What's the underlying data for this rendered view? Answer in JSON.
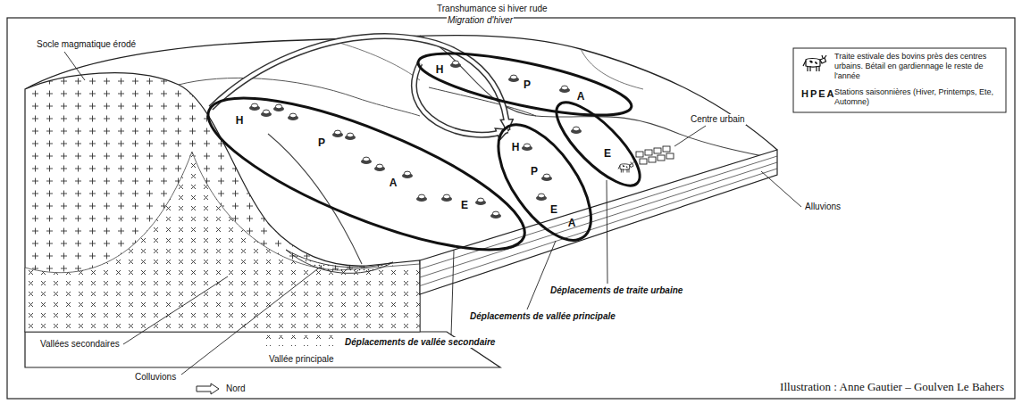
{
  "diagram": {
    "nodes": [
      {
        "text": [
          "H",
          "P",
          "A",
          "E"
        ]
      },
      {
        "text": [
          "H",
          "P",
          "A"
        ]
      },
      {
        "text": [
          "H",
          "P",
          "E",
          "A"
        ]
      },
      {
        "text": [
          "E"
        ]
      }
    ],
    "edges": [
      {
        "from": 0,
        "to": 2,
        "arrow": "to"
      },
      {
        "from": 1,
        "to": 2,
        "arrow": "to"
      }
    ],
    "labels": [
      "Transhumance si hiver rude",
      "Migration d'hiver",
      "Socle magmatique érodé",
      "HPEA",
      "Centre urbain",
      "Alluvions",
      "Vallées secondaires",
      "Vallée principale",
      "Colluvions",
      "Nord",
      "Déplacements de traite urbaine",
      "Déplacements de vallée principale",
      "Déplacements de vallée secondaire",
      "Illustration : Anne Gautier – Goulven Le Bahers"
    ],
    "legend": [
      {
        "text": "Traite estivale des bovins près des centres urbains. Bétail en gardiennage le reste de l'année"
      },
      {
        "text": "Stations saisonnières (Hiver, Printemps, Ete, Automne)"
      }
    ]
  }
}
